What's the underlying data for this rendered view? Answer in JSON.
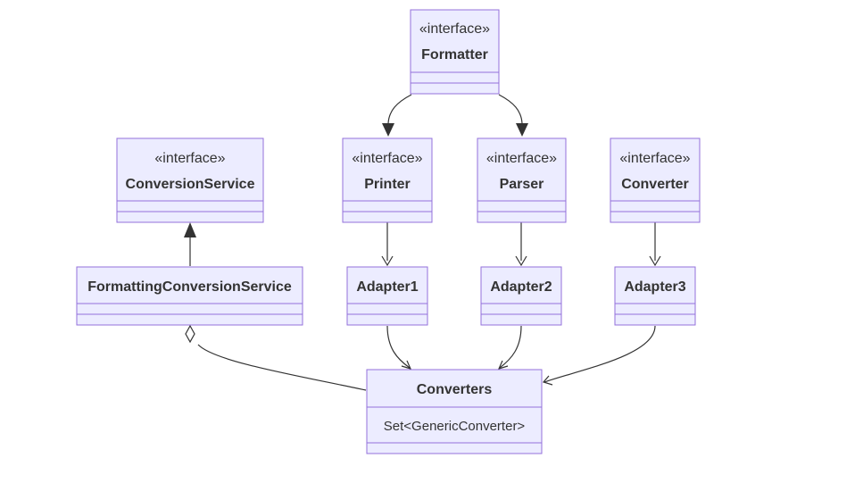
{
  "diagram": {
    "stereotype": "«interface»",
    "classes": {
      "formatter": {
        "name": "Formatter",
        "interface": true,
        "members": []
      },
      "conversion_service": {
        "name": "ConversionService",
        "interface": true,
        "members": []
      },
      "printer": {
        "name": "Printer",
        "interface": true,
        "members": []
      },
      "parser": {
        "name": "Parser",
        "interface": true,
        "members": []
      },
      "converter": {
        "name": "Converter",
        "interface": true,
        "members": []
      },
      "formatting_conversion_service": {
        "name": "FormattingConversionService",
        "interface": false,
        "members": []
      },
      "adapter1": {
        "name": "Adapter1",
        "interface": false,
        "members": []
      },
      "adapter2": {
        "name": "Adapter2",
        "interface": false,
        "members": []
      },
      "adapter3": {
        "name": "Adapter3",
        "interface": false,
        "members": []
      },
      "converters": {
        "name": "Converters",
        "interface": false,
        "members": [
          "Set<GenericConverter>"
        ]
      }
    },
    "relations": [
      {
        "from": "formatter",
        "to": "printer",
        "type": "association"
      },
      {
        "from": "formatter",
        "to": "parser",
        "type": "association"
      },
      {
        "from": "formatting_conversion_service",
        "to": "conversion_service",
        "type": "inheritance"
      },
      {
        "from": "printer",
        "to": "adapter1",
        "type": "association"
      },
      {
        "from": "parser",
        "to": "adapter2",
        "type": "association"
      },
      {
        "from": "converter",
        "to": "adapter3",
        "type": "association"
      },
      {
        "from": "adapter1",
        "to": "converters",
        "type": "association"
      },
      {
        "from": "adapter2",
        "to": "converters",
        "type": "association"
      },
      {
        "from": "adapter3",
        "to": "converters",
        "type": "association"
      },
      {
        "from": "converters",
        "to": "formatting_conversion_service",
        "type": "aggregation"
      }
    ]
  }
}
